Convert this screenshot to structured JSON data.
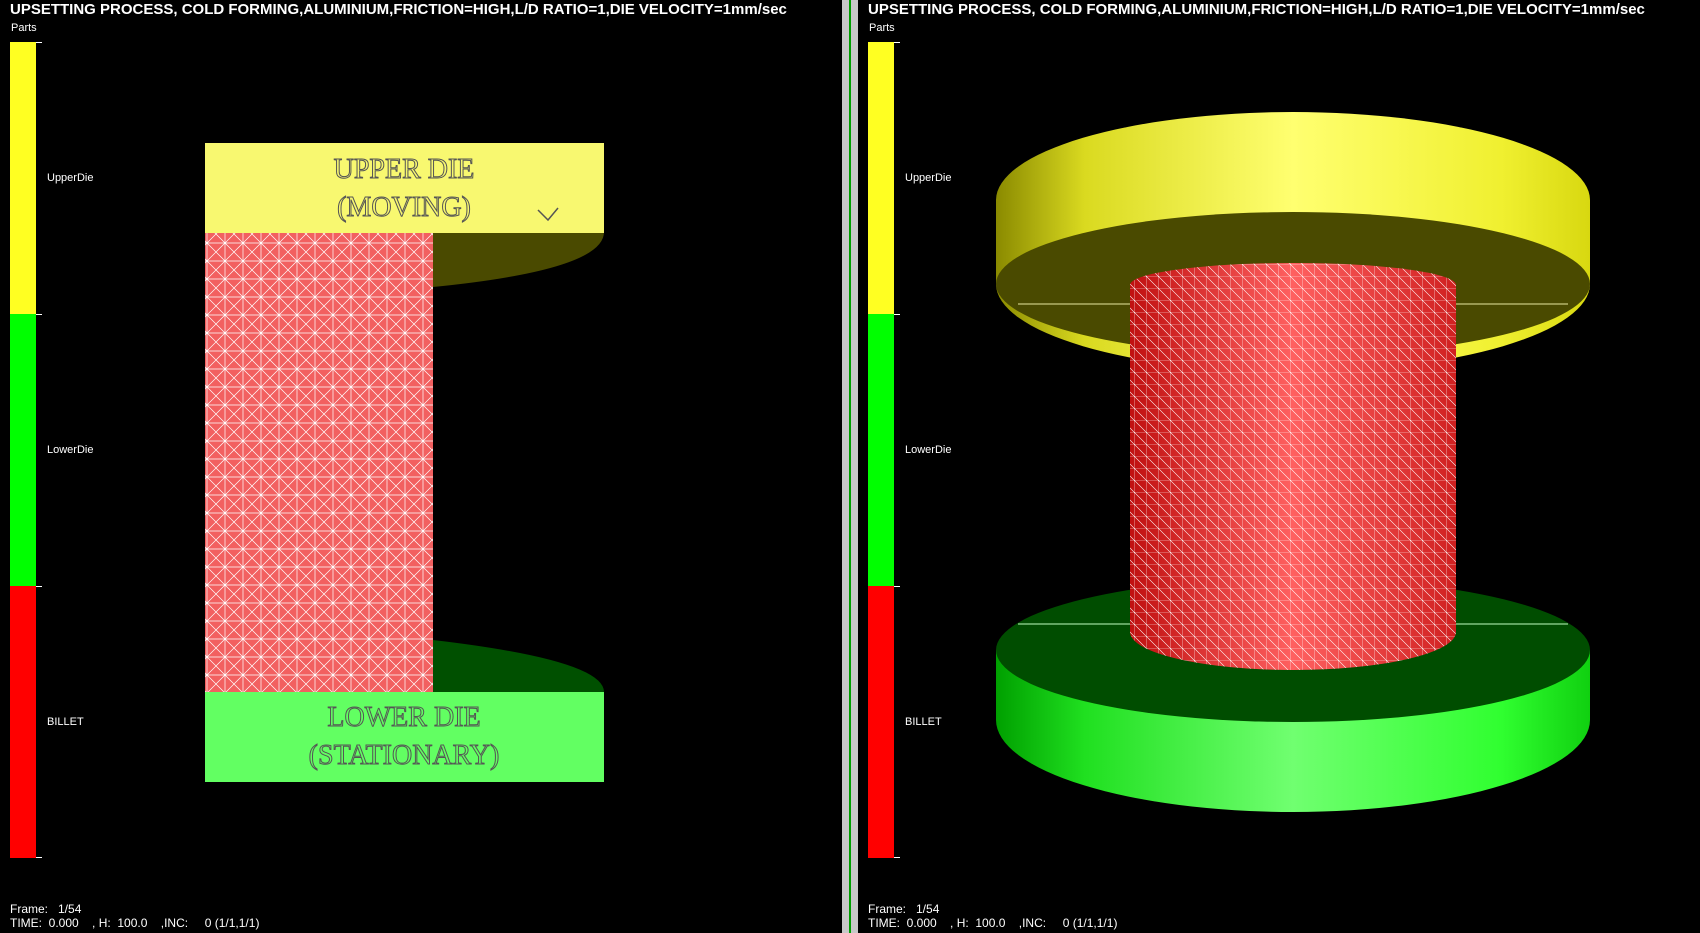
{
  "left_view": {
    "title": "UPSETTING PROCESS, COLD FORMING,ALUMINIUM,FRICTION=HIGH,L/D RATIO=1,DIE VELOCITY=1mm/sec",
    "legend_title": "Parts",
    "legend": [
      {
        "label": "UpperDie",
        "color": "#ffff33"
      },
      {
        "label": "LowerDie",
        "color": "#00ff00"
      },
      {
        "label": "BILLET",
        "color": "#ff0000"
      }
    ],
    "upper_die_text": [
      "UPPER DIE",
      "(MOVING)"
    ],
    "lower_die_text": [
      "LOWER DIE",
      "(STATIONARY)"
    ],
    "frame_line": "Frame:   1/54",
    "time_line": "TIME:  0.000    , H:  100.0    ,INC:     0 (1/1,1/1)"
  },
  "right_view": {
    "title": "UPSETTING PROCESS, COLD FORMING,ALUMINIUM,FRICTION=HIGH,L/D RATIO=1,DIE VELOCITY=1mm/sec",
    "legend_title": "Parts",
    "legend": [
      {
        "label": "UpperDie",
        "color": "#ffff33"
      },
      {
        "label": "LowerDie",
        "color": "#00ff00"
      },
      {
        "label": "BILLET",
        "color": "#ff0000"
      }
    ],
    "frame_line": "Frame:   1/54",
    "time_line": "TIME:  0.000    , H:  100.0    ,INC:     0 (1/1,1/1)"
  }
}
